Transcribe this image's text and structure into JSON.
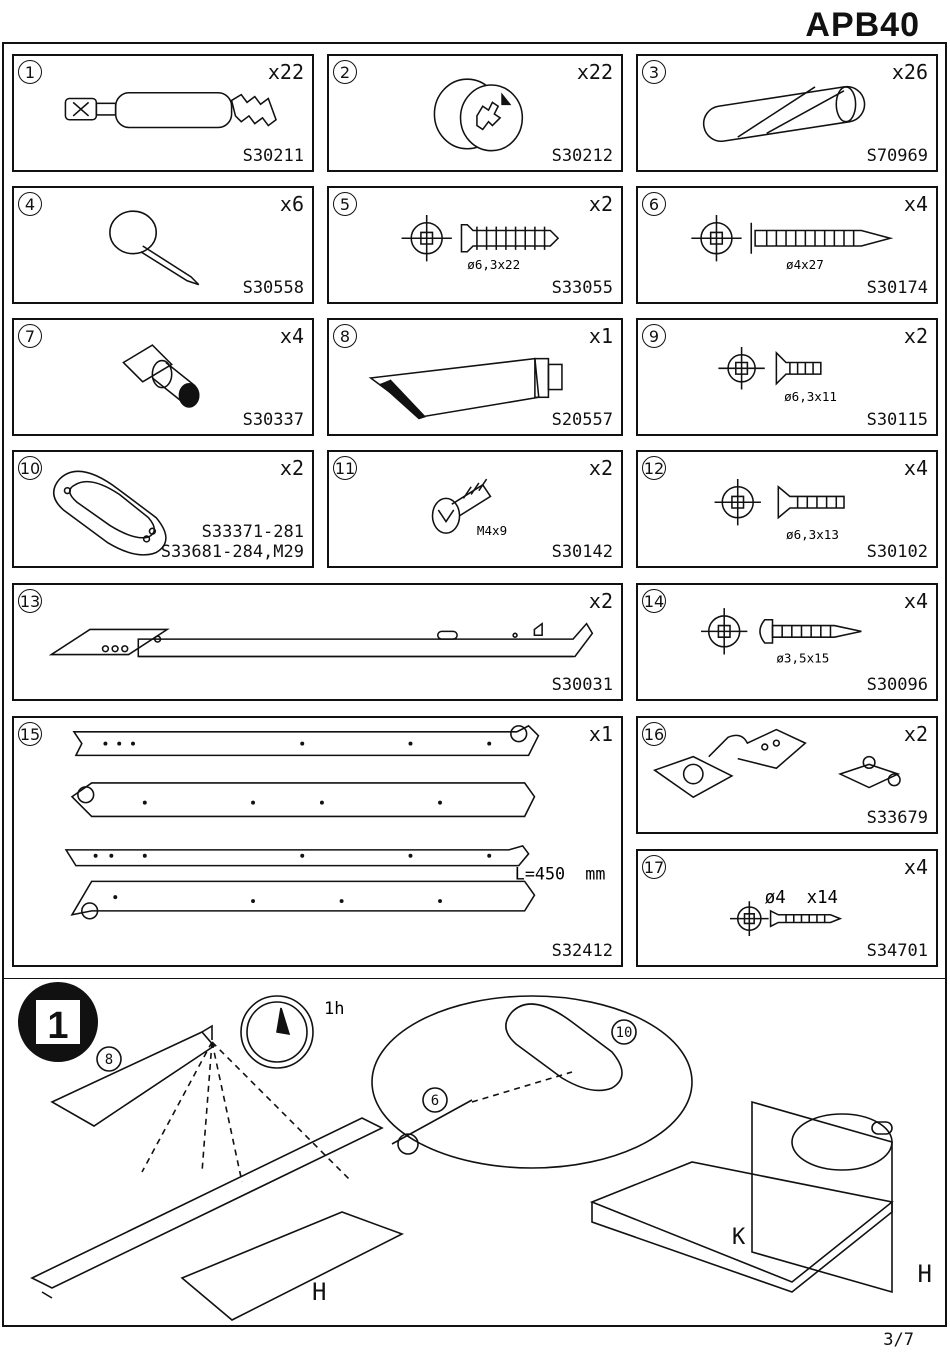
{
  "title": "APB40",
  "page": "3/7",
  "parts": [
    {
      "num": "1",
      "qty": "x22",
      "code": "S30211"
    },
    {
      "num": "2",
      "qty": "x22",
      "code": "S30212"
    },
    {
      "num": "3",
      "qty": "x26",
      "code": "S70969"
    },
    {
      "num": "4",
      "qty": "x6",
      "code": "S30558"
    },
    {
      "num": "5",
      "qty": "x2",
      "code": "S33055",
      "dim": "ø6,3x22"
    },
    {
      "num": "6",
      "qty": "x4",
      "code": "S30174",
      "dim": "ø4x27"
    },
    {
      "num": "7",
      "qty": "x4",
      "code": "S30337"
    },
    {
      "num": "8",
      "qty": "x1",
      "code": "S20557"
    },
    {
      "num": "9",
      "qty": "x2",
      "code": "S30115",
      "dim": "ø6,3x11"
    },
    {
      "num": "10",
      "qty": "x2",
      "code": "S33371-281",
      "code2": "S33681-284,M29"
    },
    {
      "num": "11",
      "qty": "x2",
      "code": "S30142",
      "dim": "M4x9"
    },
    {
      "num": "12",
      "qty": "x4",
      "code": "S30102",
      "dim": "ø6,3x13"
    },
    {
      "num": "13",
      "qty": "x2",
      "code": "S30031"
    },
    {
      "num": "14",
      "qty": "x4",
      "code": "S30096",
      "dim": "ø3,5x15"
    },
    {
      "num": "15",
      "qty": "x1",
      "code": "S32412",
      "dim": "L=450  mm"
    },
    {
      "num": "16",
      "qty": "x2",
      "code": "S33679"
    },
    {
      "num": "17",
      "qty": "x4",
      "code": "S34701",
      "dim": "ø4  x14"
    }
  ],
  "step": {
    "number": "1",
    "time": "1h",
    "callouts": [
      "8",
      "6",
      "10"
    ],
    "letters": [
      "H",
      "K",
      "H"
    ]
  }
}
